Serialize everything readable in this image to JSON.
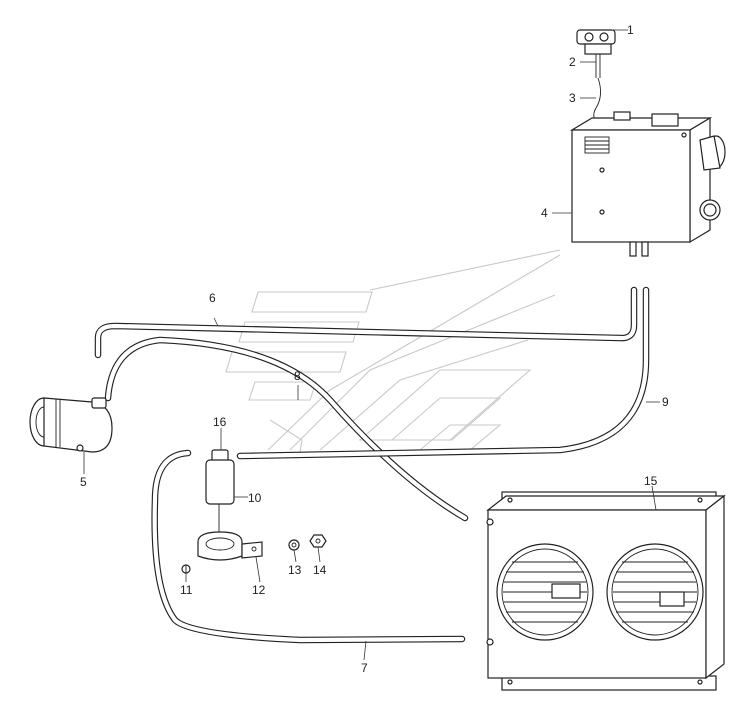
{
  "diagram": {
    "callouts": [
      {
        "id": "1",
        "label": "1"
      },
      {
        "id": "2",
        "label": "2"
      },
      {
        "id": "3",
        "label": "3"
      },
      {
        "id": "4",
        "label": "4"
      },
      {
        "id": "5",
        "label": "5"
      },
      {
        "id": "6",
        "label": "6"
      },
      {
        "id": "7",
        "label": "7"
      },
      {
        "id": "8",
        "label": "8"
      },
      {
        "id": "9",
        "label": "9"
      },
      {
        "id": "10",
        "label": "10"
      },
      {
        "id": "11",
        "label": "11"
      },
      {
        "id": "12",
        "label": "12"
      },
      {
        "id": "13",
        "label": "13"
      },
      {
        "id": "14",
        "label": "14"
      },
      {
        "id": "15",
        "label": "15"
      },
      {
        "id": "16",
        "label": "16"
      }
    ],
    "colors": {
      "line": "#222222",
      "watermark": "#c9c9c9",
      "background": "#ffffff"
    }
  }
}
